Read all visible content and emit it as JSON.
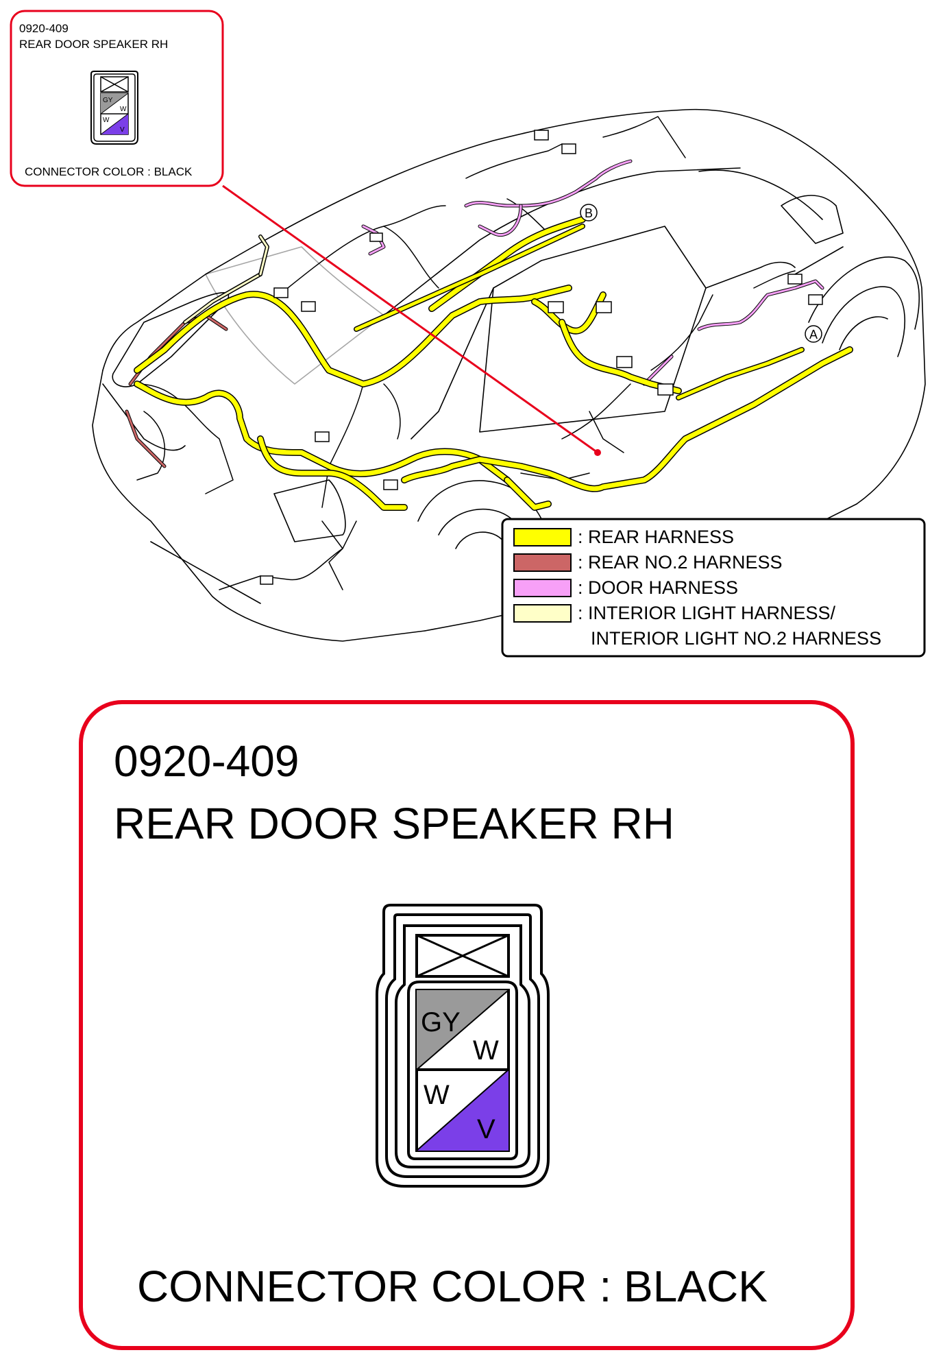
{
  "callout_small": {
    "code": "0920-409",
    "name": "REAR DOOR SPEAKER RH",
    "connector_color": "CONNECTOR COLOR : BLACK"
  },
  "callout_large": {
    "code": "0920-409",
    "name": "REAR DOOR SPEAKER RH",
    "connector_color": "CONNECTOR COLOR : BLACK"
  },
  "connector": {
    "pins": [
      {
        "upper_left": "GY",
        "lower_right": "W",
        "upper_color": "#9a9a9a",
        "lower_color": "#ffffff"
      },
      {
        "upper_left": "W",
        "lower_right": "V",
        "upper_color": "#ffffff",
        "lower_color": "#7b3fe8"
      }
    ]
  },
  "markers": {
    "a": "A",
    "b": "B"
  },
  "legend": {
    "items": [
      {
        "label": ": REAR HARNESS",
        "color": "#ffff00"
      },
      {
        "label": ": REAR NO.2 HARNESS",
        "color": "#cc6666"
      },
      {
        "label": ": DOOR HARNESS",
        "color": "#f7a0f7"
      },
      {
        "label": ": INTERIOR LIGHT HARNESS/",
        "label2": "INTERIOR LIGHT NO.2 HARNESS",
        "color": "#ffffc8"
      }
    ]
  },
  "colors": {
    "callout_border": "#e8001c",
    "leader_line": "#e8001c"
  }
}
